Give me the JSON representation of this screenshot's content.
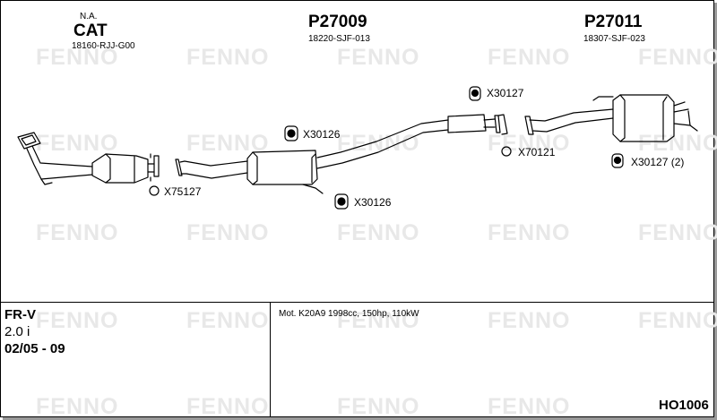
{
  "watermark": "FENNO",
  "groups": [
    {
      "note": "N.A.",
      "code": "CAT",
      "oe": "18160-RJJ-G00"
    },
    {
      "code": "P27009",
      "oe": "18220-SJF-013"
    },
    {
      "code": "P27011",
      "oe": "18307-SJF-023"
    }
  ],
  "parts": {
    "x75127": "X75127",
    "x30126_top": "X30126",
    "x30126_bottom": "X30126",
    "x30127_top": "X30127",
    "x70121": "X70121",
    "x30127_right": "X30127 (2)"
  },
  "vehicle": {
    "model": "FR-V",
    "engine": "2.0 i",
    "years": "02/05 - 09"
  },
  "motor": "Mot. K20A9 1998cc, 150hp, 110kW",
  "drawing_code": "HO1006",
  "colors": {
    "line": "#000000",
    "watermark": "#e8e8e8",
    "shadow": "#9a9a9a"
  }
}
